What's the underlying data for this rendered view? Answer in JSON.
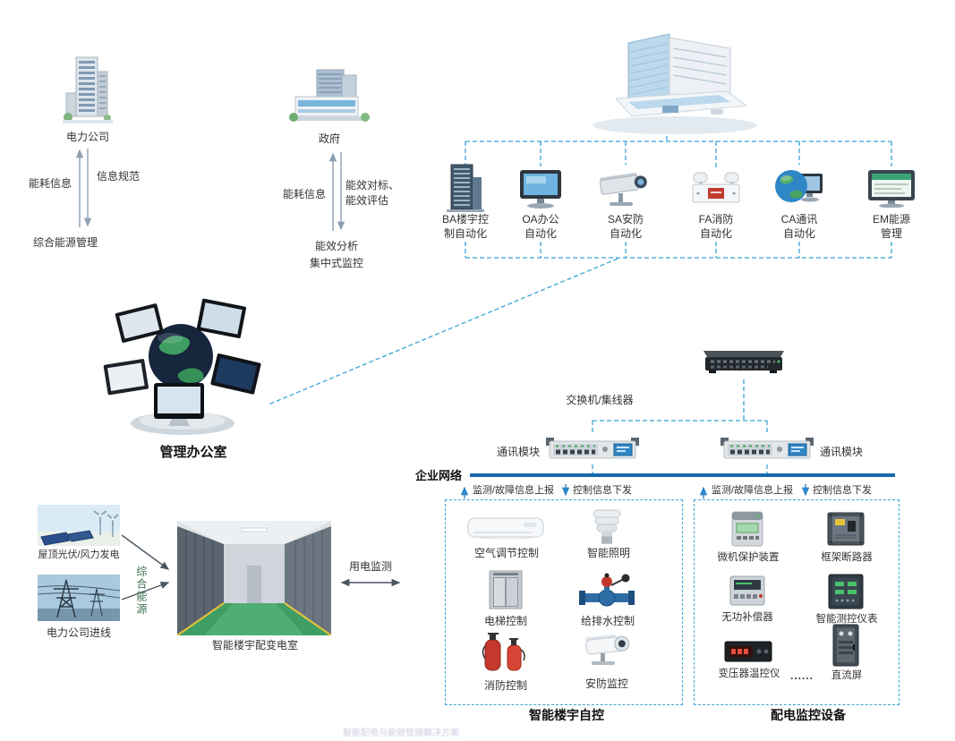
{
  "power_company": {
    "name": "电力公司",
    "up": "能耗信息",
    "down": "信息规范",
    "target": "综合能源管理"
  },
  "government": {
    "name": "政府",
    "up": "能耗信息",
    "down1": "能效对标、",
    "down2": "能效评估",
    "result1": "能效分析",
    "result2": "集中式监控"
  },
  "subsystems": [
    {
      "line1": "BA楼宇控",
      "line2": "制自动化"
    },
    {
      "line1": "OA办公",
      "line2": "自动化"
    },
    {
      "line1": "SA安防",
      "line2": "自动化"
    },
    {
      "line1": "FA消防",
      "line2": "自动化"
    },
    {
      "line1": "CA通讯",
      "line2": "自动化"
    },
    {
      "line1": "EM能源",
      "line2": "管理"
    }
  ],
  "management_office": {
    "label": "管理办公室"
  },
  "network": {
    "switch": "交换机/集线器",
    "module_left": "通讯模块",
    "module_right": "通讯模块",
    "enterprise": "企业网络",
    "report_left": "监测/故障信息上报",
    "control_left": "控制信息下发",
    "report_right": "监测/故障信息上报",
    "control_right": "控制信息下发"
  },
  "building_box": {
    "items": [
      "空气调节控制",
      "智能照明",
      "电梯控制",
      "给排水控制",
      "消防控制",
      "安防监控"
    ],
    "caption": "智能楼宇自控"
  },
  "power_box": {
    "items": [
      "微机保护装置",
      "框架断路器",
      "无功补偿器",
      "智能测控仪表",
      "变压器温控仪",
      "直流屏"
    ],
    "dots": "......",
    "caption": "配电监控设备"
  },
  "energy_sources": {
    "pv": "屋顶光伏/风力发电",
    "grid": "电力公司进线",
    "combined": "综合能源",
    "room": "智能楼宇配变电室",
    "monitor": "用电监测"
  },
  "watermark": "智能配电与能效管理解决方案"
}
